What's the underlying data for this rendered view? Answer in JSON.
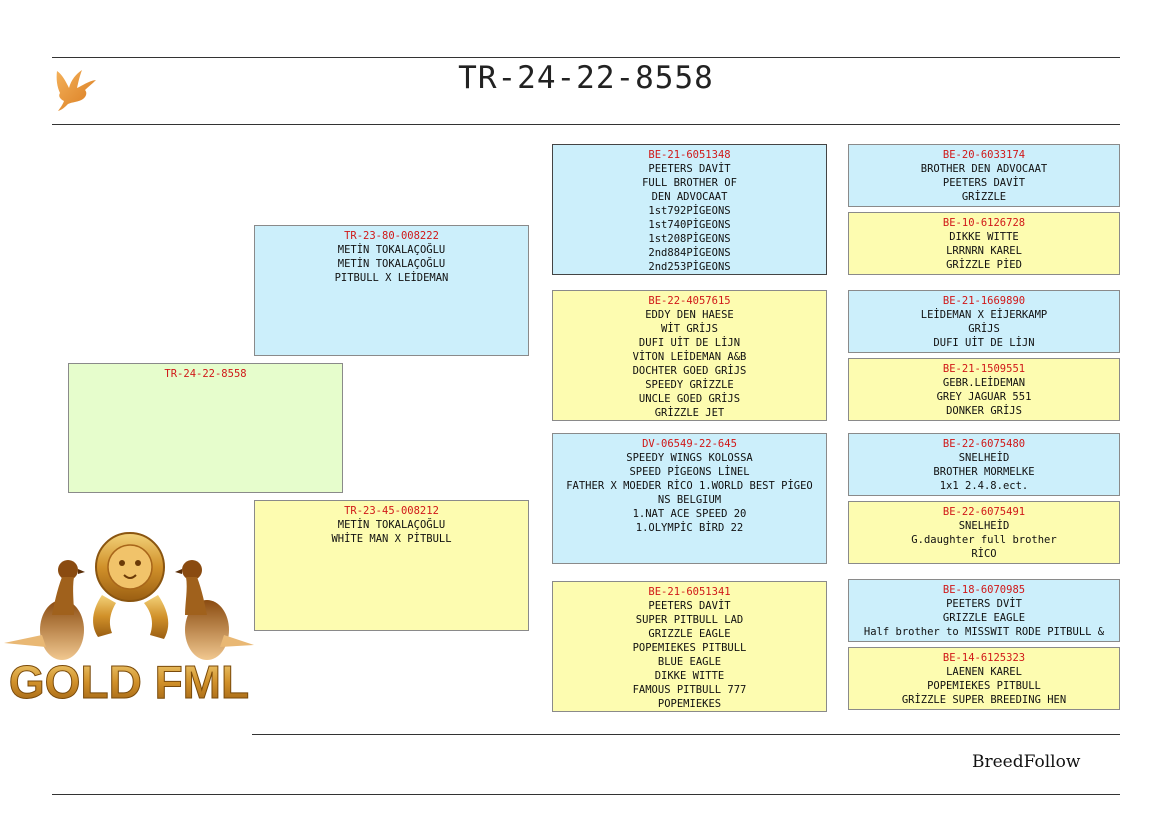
{
  "header": {
    "title": "TR-24-22-8558"
  },
  "colors": {
    "ring": "#d01818",
    "blue_box": "#cceffb",
    "yellow_box": "#fdfcb0",
    "green_box": "#e6fdcc",
    "logo_gold": "#c88a1a"
  },
  "icons": {
    "header_logo": "dove-icon",
    "watermark": "gold-fml-lion-pigeons-logo"
  },
  "logo": {
    "text": "GOLD FML"
  },
  "footer": {
    "brand": "BreedFollow"
  },
  "pedigree": {
    "subject": {
      "ring": "TR-24-22-8558",
      "lines": []
    },
    "father": {
      "ring": "TR-23-80-008222",
      "lines": [
        "METİN TOKALAÇOĞLU",
        "METİN TOKALAÇOĞLU",
        "PITBULL X LEİDEMAN"
      ]
    },
    "mother": {
      "ring": "TR-23-45-008212",
      "lines": [
        "METİN TOKALAÇOĞLU",
        "WHİTE MAN X PİTBULL"
      ]
    },
    "ff": {
      "ring": "BE-21-6051348",
      "lines": [
        "PEETERS DAVİT",
        "FULL BROTHER OF",
        "DEN ADVOCAAT",
        "1st792PİGEONS",
        "1st740PİGEONS",
        "1st208PİGEONS",
        "2nd884PİGEONS",
        "2nd253PİGEONS"
      ]
    },
    "fm": {
      "ring": "BE-22-4057615",
      "lines": [
        "EDDY DEN HAESE",
        "WİT GRİJS",
        "DUFI UİT DE LİJN",
        "VİTON LEİDEMAN A&B",
        "DOCHTER GOED GRİJS",
        "SPEEDY GRİZZLE",
        "UNCLE GOED GRİJS",
        "GRİZZLE JET"
      ]
    },
    "mf": {
      "ring": "DV-06549-22-645",
      "lines": [
        "SPEEDY WINGS KOLOSSA",
        "SPEED PİGEONS LİNEL",
        "FATHER X MOEDER RİCO 1.WORLD BEST PİGEO",
        "NS BELGIUM",
        "1.NAT ACE SPEED 20",
        "1.OLYMPİC BİRD 22"
      ]
    },
    "mm": {
      "ring": "BE-21-6051341",
      "lines": [
        "PEETERS DAVİT",
        "SUPER PITBULL LAD",
        "GRIZZLE EAGLE",
        "POPEMIEKES PITBULL",
        "BLUE EAGLE",
        "DIKKE WITTE",
        "FAMOUS PITBULL 777",
        "POPEMIEKES"
      ]
    },
    "fff": {
      "ring": "BE-20-6033174",
      "lines": [
        "BROTHER DEN ADVOCAAT",
        "PEETERS DAVİT",
        "GRİZZLE"
      ]
    },
    "ffm": {
      "ring": "BE-10-6126728",
      "lines": [
        "DIKKE WITTE",
        "LRRNRN KAREL",
        "GRİZZLE PİED"
      ]
    },
    "fmf": {
      "ring": "BE-21-1669890",
      "lines": [
        "LEİDEMAN X EİJERKAMP",
        "GRİJS",
        "DUFI UİT DE LİJN"
      ]
    },
    "fmm": {
      "ring": "BE-21-1509551",
      "lines": [
        "GEBR.LEİDEMAN",
        "GREY JAGUAR 551",
        "DONKER GRİJS"
      ]
    },
    "mff": {
      "ring": "BE-22-6075480",
      "lines": [
        "SNELHEİD",
        "BROTHER MORMELKE",
        "1x1 2.4.8.ect."
      ]
    },
    "mfm": {
      "ring": "BE-22-6075491",
      "lines": [
        "SNELHEİD",
        "G.daughter full brother",
        "RİCO"
      ]
    },
    "mmf": {
      "ring": "BE-18-6070985",
      "lines": [
        "PEETERS DVİT",
        "GRIZZLE EAGLE",
        "Half brother to MISSWIT RODE PITBULL &"
      ]
    },
    "mmm": {
      "ring": "BE-14-6125323",
      "lines": [
        "LAENEN KAREL",
        "POPEMIEKES PITBULL",
        "GRİZZLE SUPER BREEDING HEN"
      ]
    }
  }
}
